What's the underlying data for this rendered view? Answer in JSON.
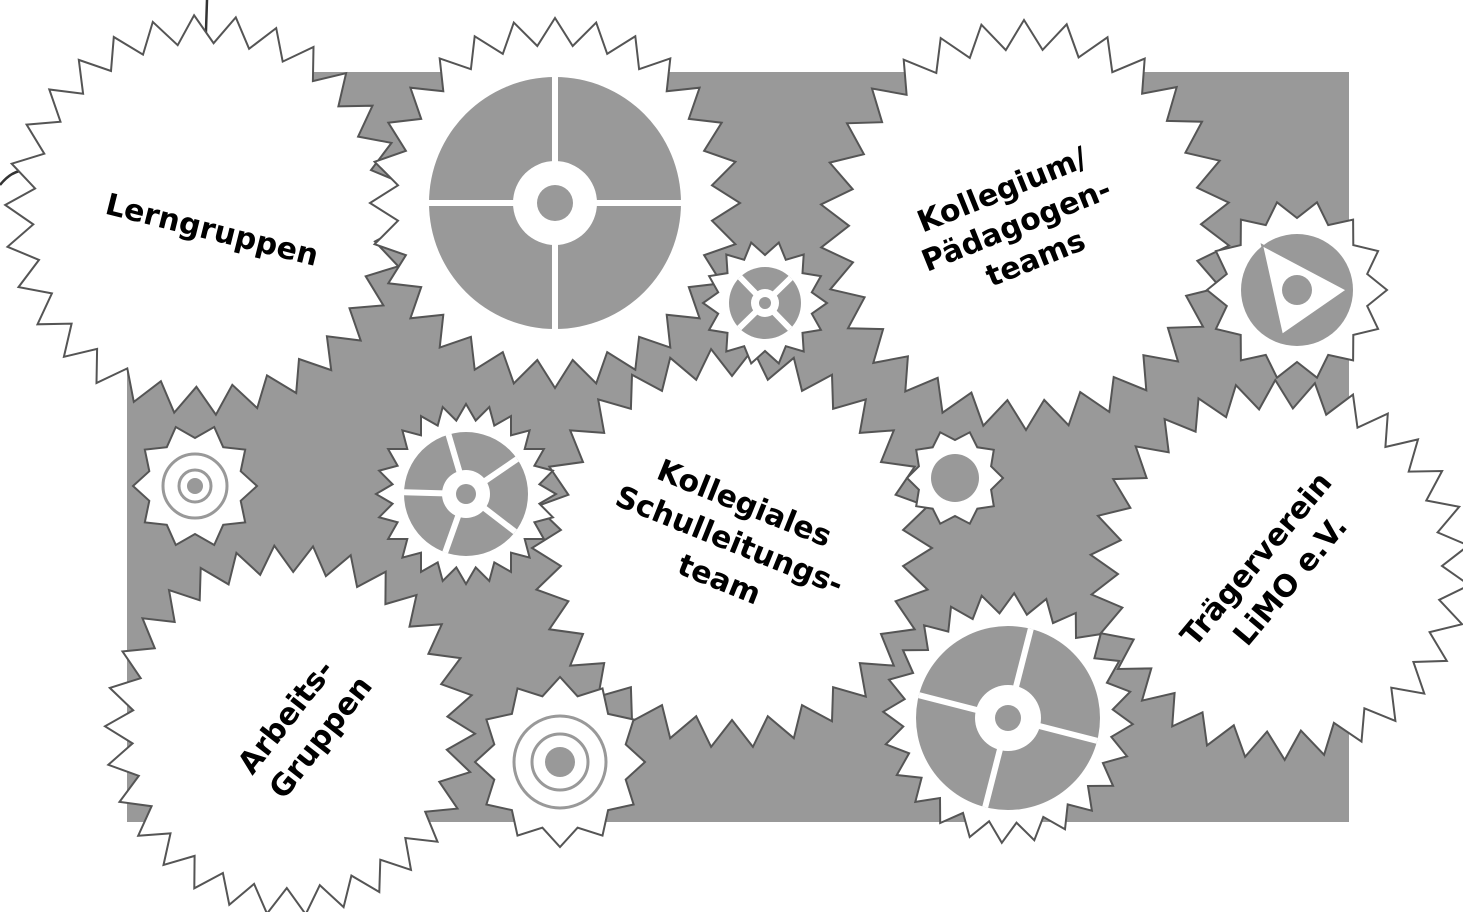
{
  "colors": {
    "background": "#ffffff",
    "panel": "#999999",
    "gear_fill": "#ffffff",
    "gear_stroke": "#555555",
    "gear_inner": "#999999",
    "text": "#000000"
  },
  "gears": [
    {
      "id": "lerngruppen",
      "lines": [
        "Lerngruppen"
      ]
    },
    {
      "id": "kollegium",
      "lines": [
        "Kollegium/",
        "Pädagogen-",
        "teams"
      ]
    },
    {
      "id": "schulleitung",
      "lines": [
        "Kollegiales",
        "Schulleitungs-",
        "team"
      ]
    },
    {
      "id": "traegerverein",
      "lines": [
        "Trägerverein",
        "LiMO e.V."
      ]
    },
    {
      "id": "arbeitsgruppen",
      "lines": [
        "Arbeits-",
        "Gruppen"
      ]
    }
  ]
}
